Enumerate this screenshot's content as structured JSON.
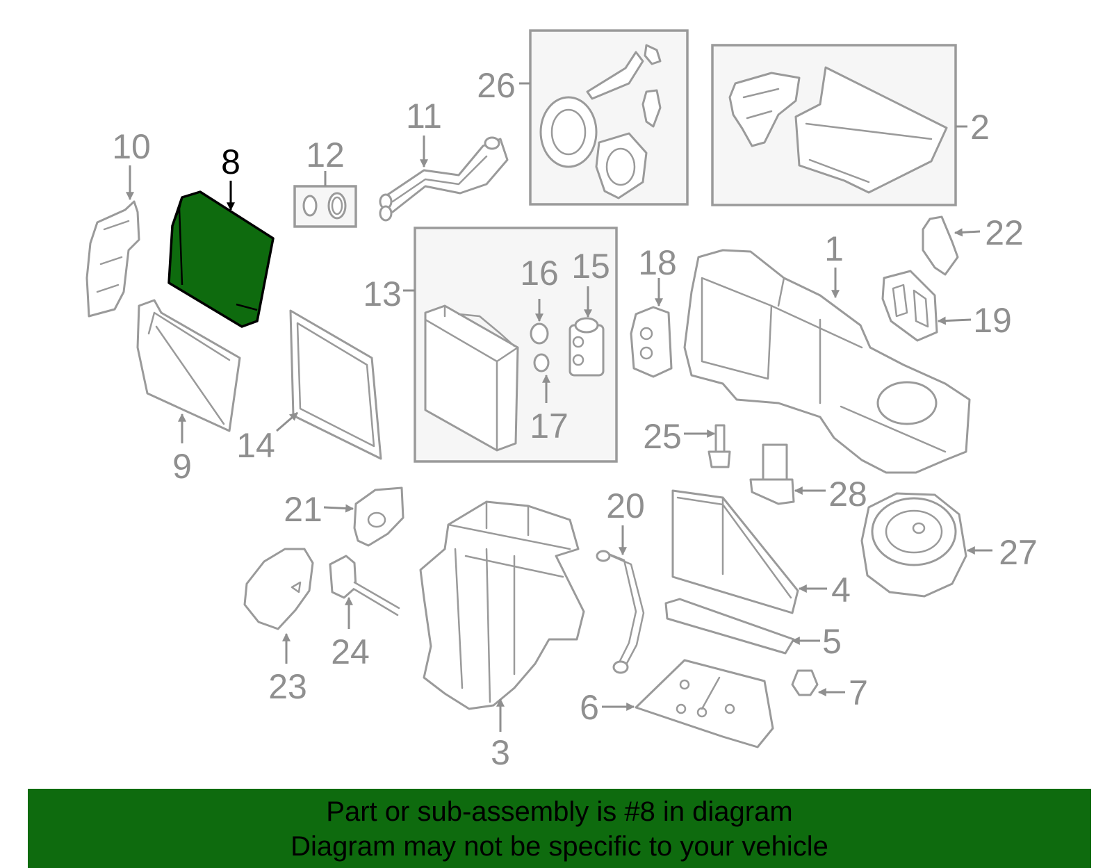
{
  "diagram": {
    "highlighted_part": "8",
    "highlight_color": "#0e6b0e",
    "callouts": {
      "c1": "1",
      "c2": "2",
      "c3": "3",
      "c4": "4",
      "c5": "5",
      "c6": "6",
      "c7": "7",
      "c8": "8",
      "c9": "9",
      "c10": "10",
      "c11": "11",
      "c12": "12",
      "c13": "13",
      "c14": "14",
      "c15": "15",
      "c16": "16",
      "c17": "17",
      "c18": "18",
      "c19": "19",
      "c20": "20",
      "c21": "21",
      "c22": "22",
      "c23": "23",
      "c24": "24",
      "c25": "25",
      "c26": "26",
      "c27": "27",
      "c28": "28"
    }
  },
  "banner": {
    "line1": "Part or sub-assembly is #8 in diagram",
    "line2": "Diagram may not be specific to your vehicle"
  }
}
